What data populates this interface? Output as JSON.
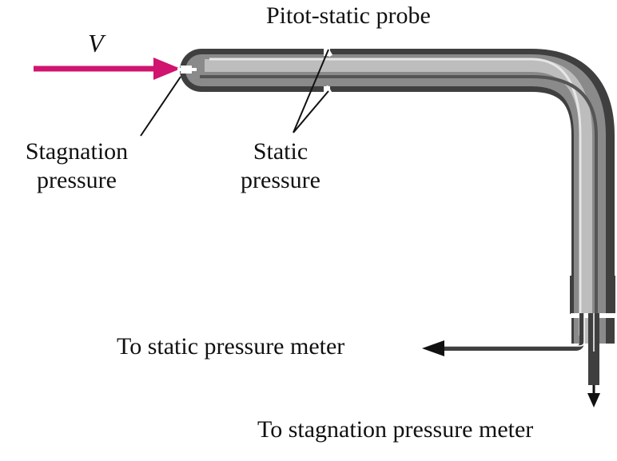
{
  "labels": {
    "velocity": "V",
    "probe": "Pitot-static probe",
    "stagnation_line1": "Stagnation",
    "stagnation_line2": "pressure",
    "static_line1": "Static",
    "static_line2": "pressure",
    "to_static_meter": "To static pressure meter",
    "to_stagnation_meter": "To stagnation pressure meter"
  },
  "colors": {
    "flow_arrow": "#d0146f",
    "tube_dark": "#3f3f3f",
    "tube_mid": "#8a8a8a",
    "tube_light": "#bdbdbd",
    "tube_highlight": "#e6e6e6",
    "ink": "#111111"
  }
}
